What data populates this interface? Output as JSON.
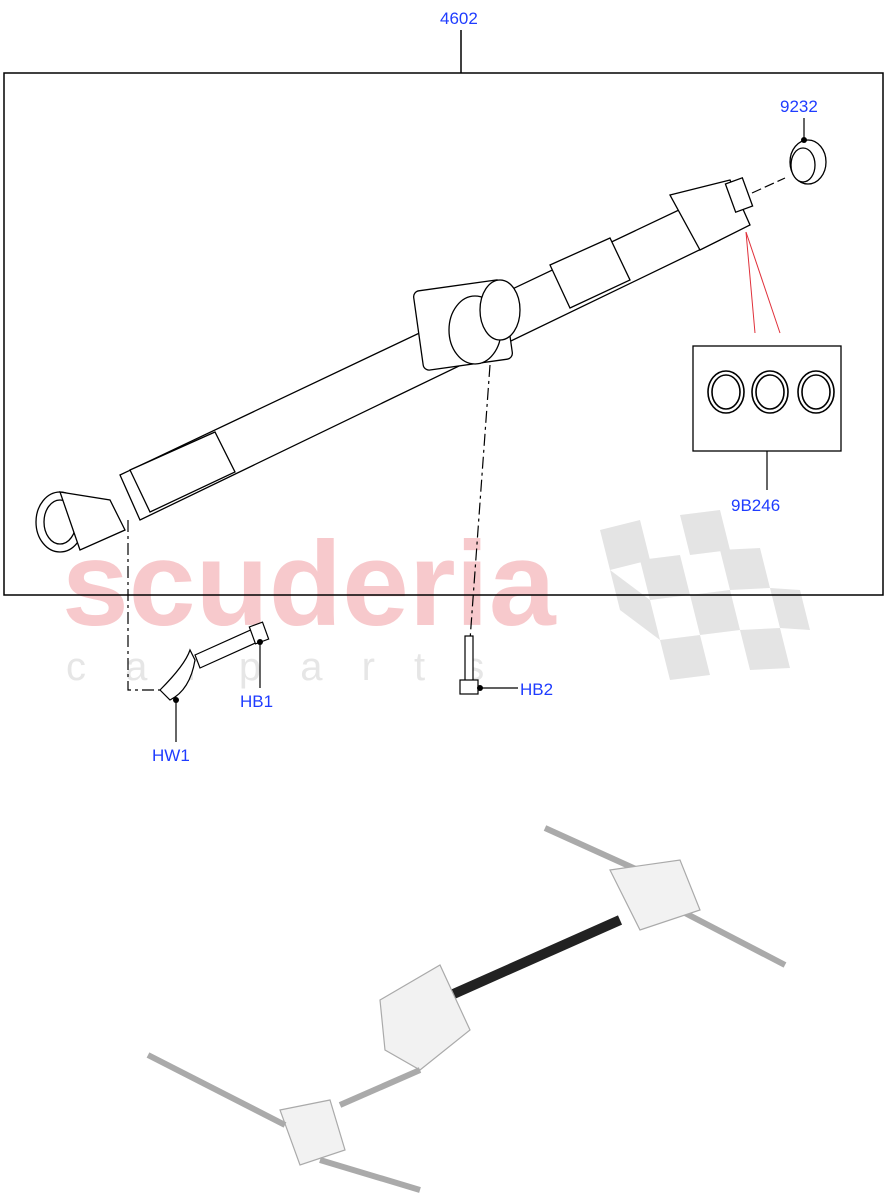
{
  "labels": {
    "assembly": "4602",
    "snap_ring": "9232",
    "seal_kit": "9B246",
    "bolt_1": "HB1",
    "bolt_2": "HB2",
    "washer": "HW1"
  },
  "watermark": {
    "brand": "scuderia",
    "sub": "c a r   p a r t s"
  },
  "colors": {
    "label": "#1f3cff",
    "leader_red": "#e0303a",
    "watermark": "#f7c9cc",
    "line": "#000000"
  }
}
